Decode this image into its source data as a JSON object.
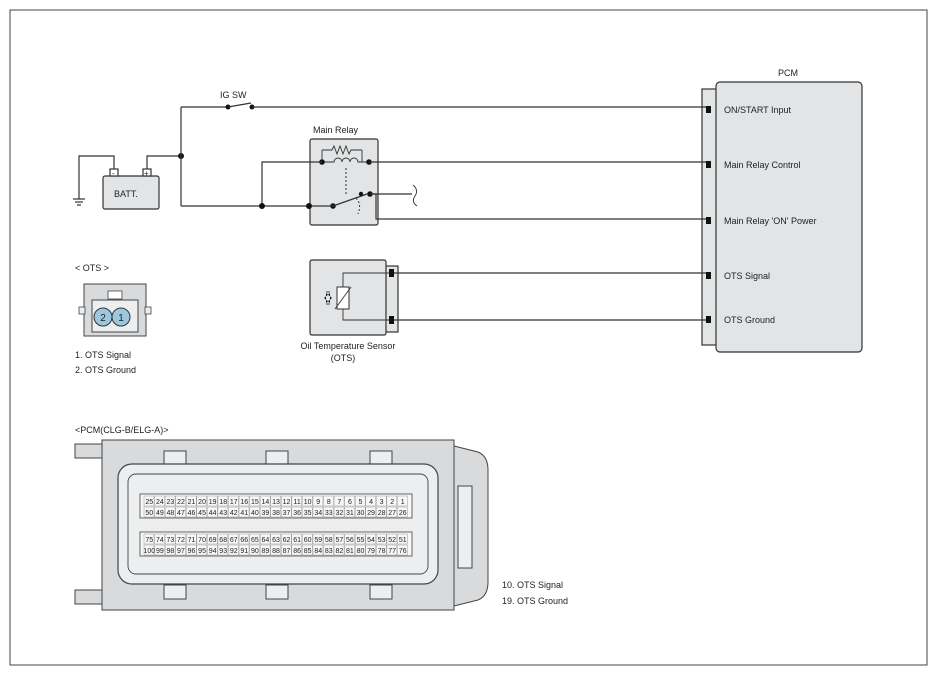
{
  "pcm": {
    "title": "PCM",
    "pins": [
      "ON/START Input",
      "Main Relay Control",
      "Main Relay 'ON' Power",
      "OTS Signal",
      "OTS Ground"
    ]
  },
  "ig_sw": "IG SW",
  "batt": "BATT.",
  "batt_minus": "-",
  "batt_plus": "+",
  "main_relay": "Main Relay",
  "sensor": {
    "title_line1": "Oil Temperature Sensor",
    "title_line2": "(OTS)"
  },
  "ots_connector": {
    "title": "< OTS   >",
    "pin_labels": [
      "2",
      "1"
    ],
    "legend": [
      "1.  OTS Signal",
      "2.  OTS Ground"
    ]
  },
  "pcm_connector": {
    "title": "<PCM(CLG-B/ELG-A)>",
    "legend": [
      "10.   OTS Signal",
      "19.   OTS Ground"
    ],
    "row1": [
      "25",
      "24",
      "23",
      "22",
      "21",
      "20",
      "19",
      "18",
      "17",
      "16",
      "15",
      "14",
      "13",
      "12",
      "11",
      "10",
      "9",
      "8",
      "7",
      "6",
      "5",
      "4",
      "3",
      "2",
      "1"
    ],
    "row2": [
      "50",
      "49",
      "48",
      "47",
      "46",
      "45",
      "44",
      "43",
      "42",
      "41",
      "40",
      "39",
      "38",
      "37",
      "36",
      "35",
      "34",
      "33",
      "32",
      "31",
      "30",
      "29",
      "28",
      "27",
      "26"
    ],
    "row3": [
      "75",
      "74",
      "73",
      "72",
      "71",
      "70",
      "69",
      "68",
      "67",
      "66",
      "65",
      "64",
      "63",
      "62",
      "61",
      "60",
      "59",
      "58",
      "57",
      "56",
      "55",
      "54",
      "53",
      "52",
      "51"
    ],
    "row4": [
      "100",
      "99",
      "98",
      "97",
      "96",
      "95",
      "94",
      "93",
      "92",
      "91",
      "90",
      "89",
      "88",
      "87",
      "86",
      "85",
      "84",
      "83",
      "82",
      "81",
      "80",
      "79",
      "78",
      "77",
      "76"
    ]
  }
}
